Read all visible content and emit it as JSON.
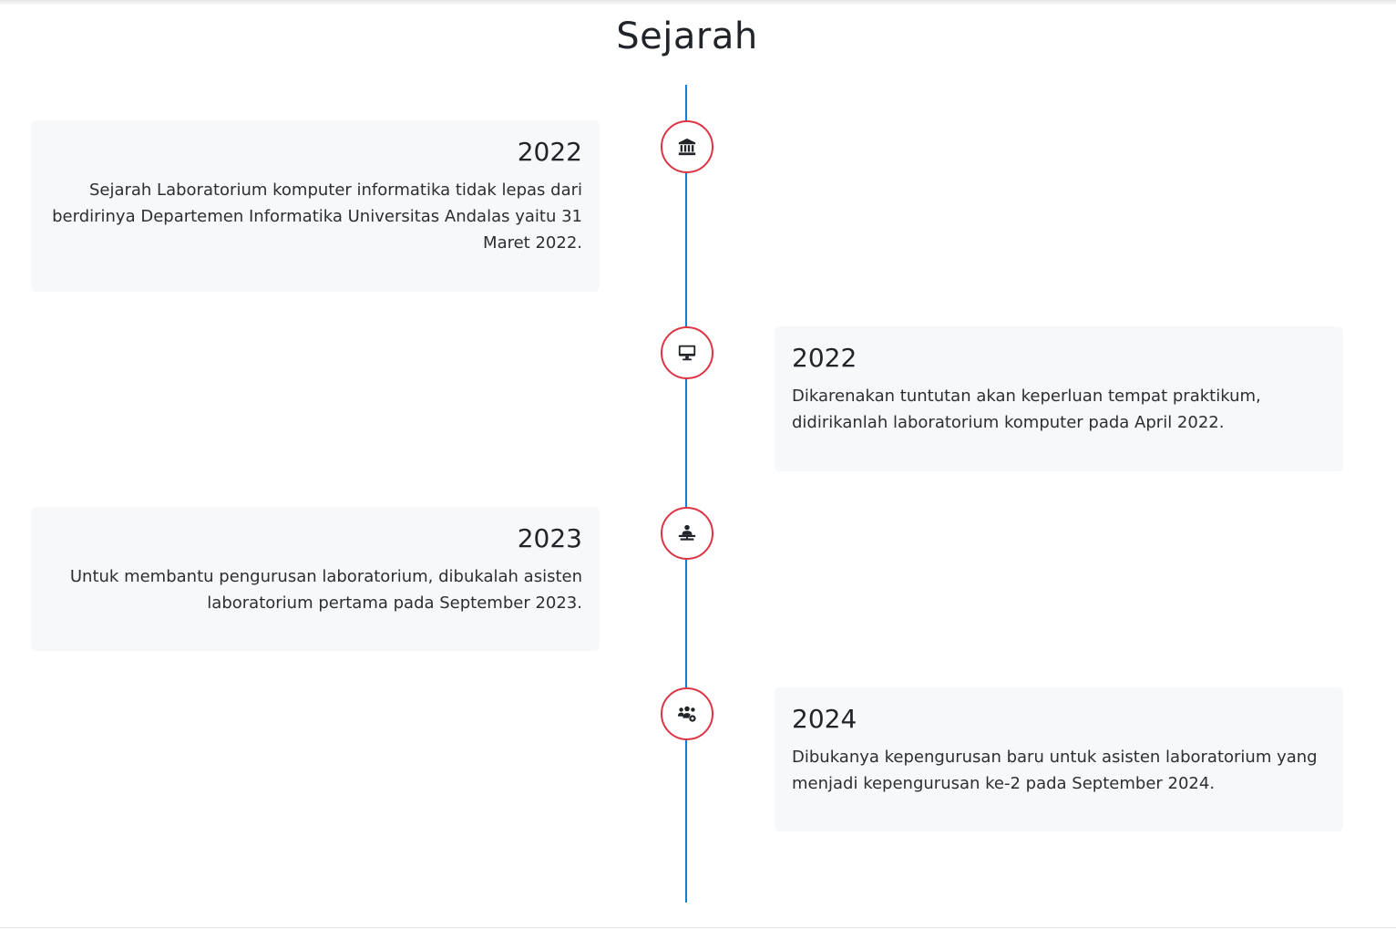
{
  "page": {
    "title": "Sejarah"
  },
  "theme": {
    "line_color": "#0d7fd6",
    "node_border_color": "#dc3545",
    "card_background": "#f7f8f9"
  },
  "timeline": [
    {
      "year": "2022",
      "description": "Sejarah Laboratorium komputer informatika tidak lepas dari berdirinya Departemen Informatika Universitas Andalas yaitu 31 Maret 2022.",
      "icon": "university-icon"
    },
    {
      "year": "2022",
      "description": "Dikarenakan tuntutan akan keperluan tempat praktikum, didirikanlah laboratorium komputer pada April 2022.",
      "icon": "desktop-icon"
    },
    {
      "year": "2023",
      "description": "Untuk membantu pengurusan laboratorium, dibukalah asisten laboratorium pertama pada September 2023.",
      "icon": "chalkboard-teacher-icon"
    },
    {
      "year": "2024",
      "description": "Dibukanya kepengurusan baru untuk asisten laboratorium yang menjadi kepengurusan ke-2 pada September 2024.",
      "icon": "users-cog-icon"
    }
  ]
}
